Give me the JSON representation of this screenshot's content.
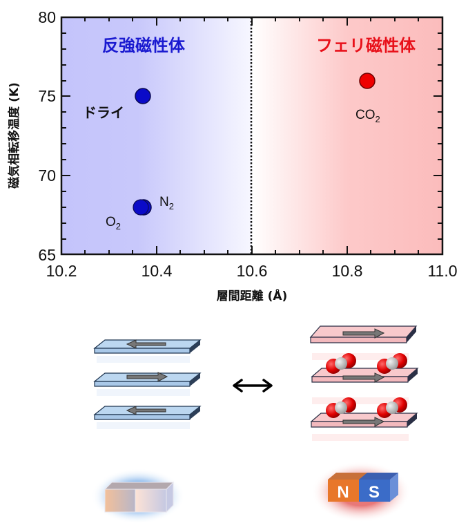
{
  "chart_data": {
    "type": "scatter",
    "title": "",
    "xlabel": "層間距離 (Å)",
    "ylabel": "磁気相転移温度 (K)",
    "xlim": [
      10.2,
      11.0
    ],
    "ylim": [
      65,
      80
    ],
    "x_ticks": [
      "10.2",
      "10.4",
      "10.6",
      "10.8",
      "11.0"
    ],
    "y_ticks": [
      "65",
      "70",
      "75",
      "80"
    ],
    "grid": false,
    "legend": "none",
    "divider": {
      "x": 10.6,
      "style": "dotted"
    },
    "regions": [
      {
        "label": "反強磁性体",
        "x_range": [
          10.2,
          10.6
        ],
        "color": "#c4c4fb",
        "text_color": "#1a1ad0"
      },
      {
        "label": "フェリ磁性体",
        "x_range": [
          10.6,
          11.0
        ],
        "color": "#fcc0c0",
        "text_color": "#e8101a"
      }
    ],
    "series": [
      {
        "name": "反強磁性体",
        "color": "#0a0ac8",
        "points": [
          {
            "label": "ドライ",
            "x": 10.37,
            "y": 75
          },
          {
            "label": "O2",
            "x": 10.365,
            "y": 68
          },
          {
            "label": "N2",
            "x": 10.372,
            "y": 68
          }
        ]
      },
      {
        "name": "フェリ磁性体",
        "color": "#ee0000",
        "points": [
          {
            "label": "CO2",
            "x": 10.845,
            "y": 76
          }
        ]
      }
    ]
  },
  "labels": {
    "region_left": "反強磁性体",
    "region_right": "フェリ磁性体",
    "dry": "ドライ",
    "o2_main": "O",
    "n2_main": "N",
    "co2_main": "CO",
    "sub2": "2",
    "xlabel": "層間距離 (Å)",
    "ylabel": "磁気相転移温度 (K)"
  },
  "illustration": {
    "left_stack_arrows": [
      "left",
      "right",
      "left"
    ],
    "right_stack_arrows": [
      "right",
      "right",
      "right"
    ],
    "exchange_arrow": "↔",
    "magnet_left_labels": [
      "",
      ""
    ],
    "magnet_right_labels": [
      "N",
      "S"
    ]
  }
}
